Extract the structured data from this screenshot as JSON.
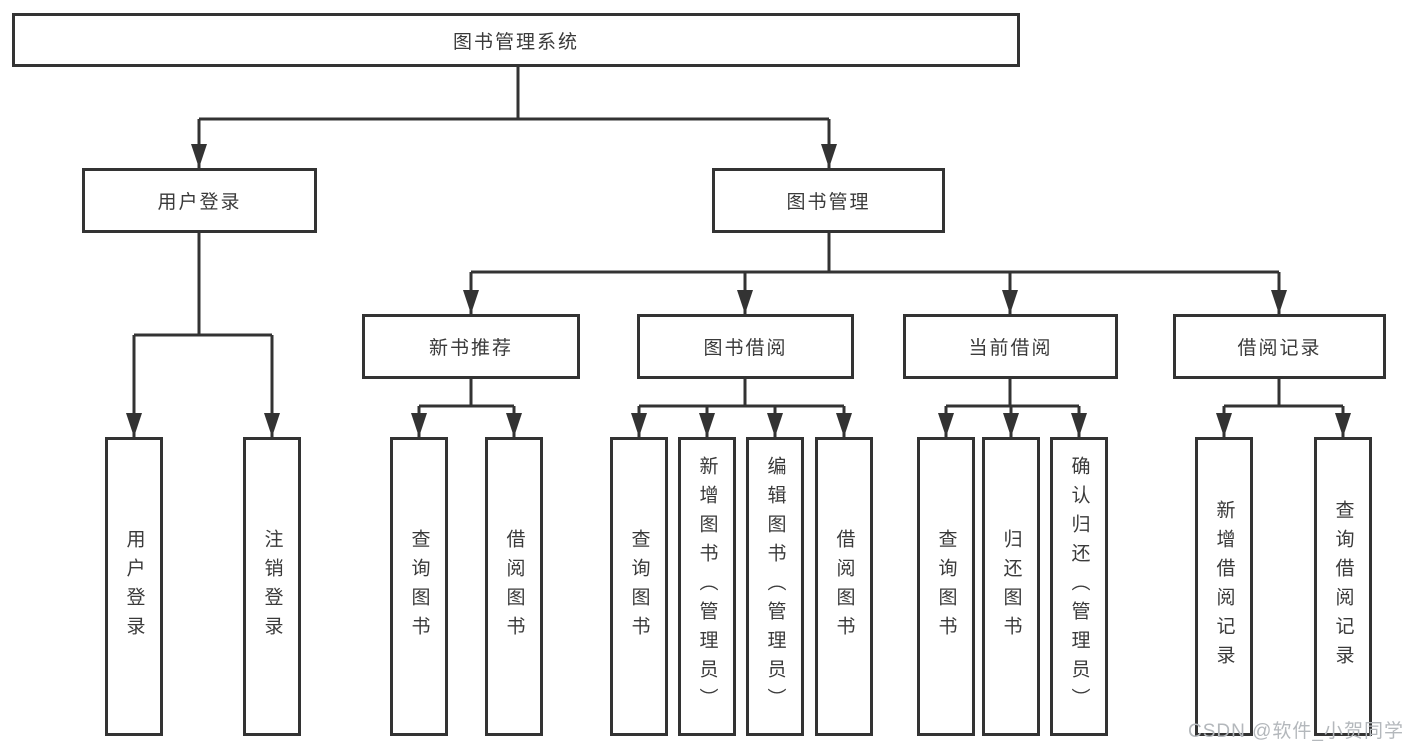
{
  "tree": {
    "root": "图书管理系统",
    "branches": [
      {
        "label": "用户登录",
        "leaves": [
          "用户登录",
          "注销登录"
        ]
      },
      {
        "label": "图书管理",
        "groups": [
          {
            "label": "新书推荐",
            "leaves": [
              "查询图书",
              "借阅图书"
            ]
          },
          {
            "label": "图书借阅",
            "leaves": [
              "查询图书",
              "新增图书（管理员）",
              "编辑图书（管理员）",
              "借阅图书"
            ]
          },
          {
            "label": "当前借阅",
            "leaves": [
              "查询图书",
              "归还图书",
              "确认归还（管理员）"
            ]
          },
          {
            "label": "借阅记录",
            "leaves": [
              "新增借阅记录",
              "查询借阅记录"
            ]
          }
        ]
      }
    ]
  },
  "watermark": {
    "text": "CSDN @软件_小贺同学"
  },
  "colors": {
    "line": "#333333",
    "text": "#3a3a3a",
    "watermark": "#b4b8bc",
    "background": "#ffffff"
  }
}
